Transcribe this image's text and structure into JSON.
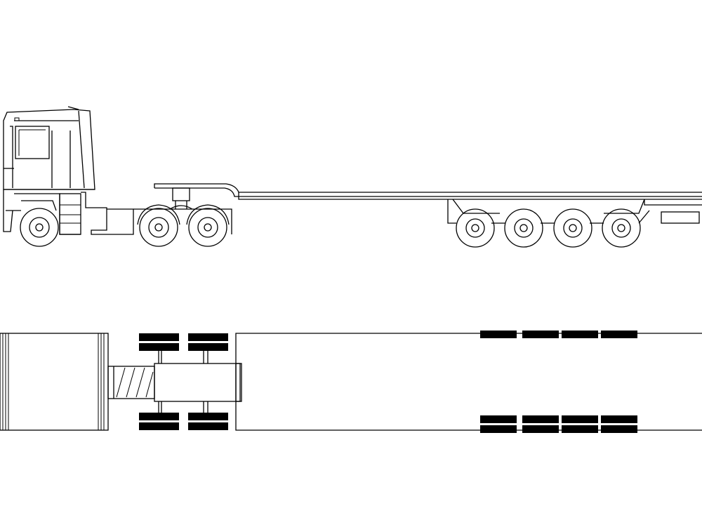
{
  "drawing": {
    "background": "#ffffff",
    "line_color": "#000000",
    "views": [
      "side-elevation",
      "top-plan"
    ],
    "side_view": {
      "tractor_axles": 3,
      "trailer_axles": 4
    },
    "top_view": {
      "tractor_wheel_pairs": 4,
      "trailer_wheel_sets": 8
    }
  }
}
